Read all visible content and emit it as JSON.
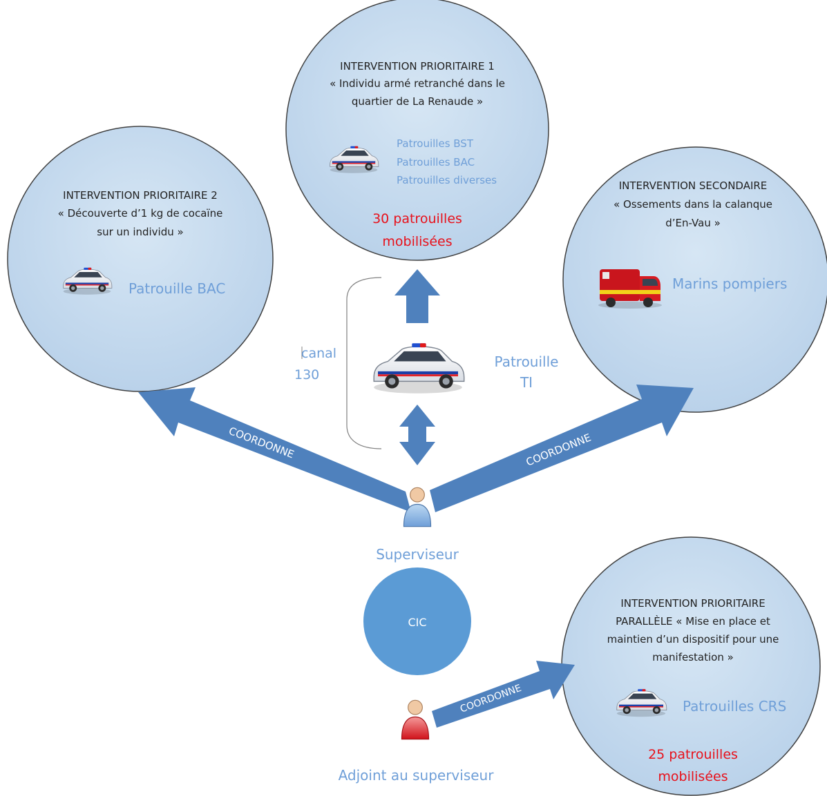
{
  "interventions": {
    "p1": {
      "title": "INTERVENTION PRIORITAIRE 1",
      "lines": [
        "« Individu armé retranché dans le",
        "quartier de La Renaude »"
      ],
      "patrols": [
        "Patrouilles BST",
        "Patrouilles BAC",
        "Patrouilles diverses"
      ],
      "mobilised": [
        "30 patrouilles",
        "mobilisées"
      ]
    },
    "p2": {
      "title": "INTERVENTION PRIORITAIRE 2",
      "lines": [
        "« Découverte d’1 kg de cocaïne",
        "sur un individu »"
      ],
      "patrol": "Patrouille BAC"
    },
    "secondary": {
      "title": "INTERVENTION SECONDAIRE",
      "lines": [
        "« Ossements dans la calanque",
        "d’En-Vau »"
      ],
      "unit": "Marins pompiers"
    },
    "parallel": {
      "lines": [
        "INTERVENTION PRIORITAIRE",
        "PARALLÈLE « Mise en place et",
        "maintien d’un dispositif pour une",
        "manifestation »"
      ],
      "patrol": "Patrouilles CRS",
      "mobilised": [
        "25 patrouilles",
        "mobilisées"
      ]
    }
  },
  "center": {
    "canal": [
      "canal",
      "130"
    ],
    "patrol_ti": [
      "Patrouille",
      "TI"
    ],
    "supervisor": "Superviseur",
    "cic": "CIC",
    "deputy": "Adjoint au superviseur"
  },
  "arrows": {
    "left": "COORDONNE",
    "right": "COORDONNE",
    "deputy": "COORDONNE"
  },
  "colors": {
    "circle_fill": "#c8dcef",
    "circle_stroke": "#404040",
    "arrow": "#4f81bd",
    "cic": "#5b9bd5",
    "label_blue": "#6f9fd8",
    "label_red": "#e8101a"
  }
}
